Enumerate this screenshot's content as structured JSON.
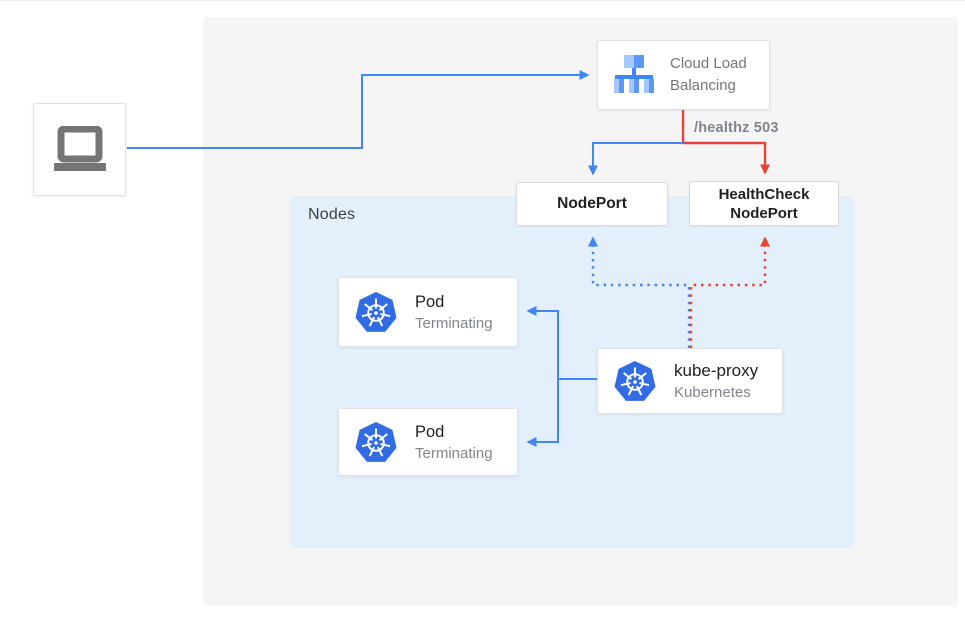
{
  "colors": {
    "blue": "#4285f4",
    "red": "#ea4335",
    "k8s_blue": "#326ce5",
    "lb_light": "#a5c8fc",
    "lb_medium": "#5e97f6",
    "laptop_gray": "#757575"
  },
  "cloud_load_balancing": {
    "line1": "Cloud Load",
    "line2": "Balancing"
  },
  "health_label": "/healthz 503",
  "nodeport": {
    "label": "NodePort"
  },
  "healthcheck_nodeport": {
    "line1": "HealthCheck",
    "line2": "NodePort"
  },
  "nodes": {
    "label": "Nodes"
  },
  "pods": [
    {
      "title": "Pod",
      "status": "Terminating"
    },
    {
      "title": "Pod",
      "status": "Terminating"
    }
  ],
  "kube_proxy": {
    "title": "kube-proxy",
    "subtitle": "Kubernetes"
  }
}
